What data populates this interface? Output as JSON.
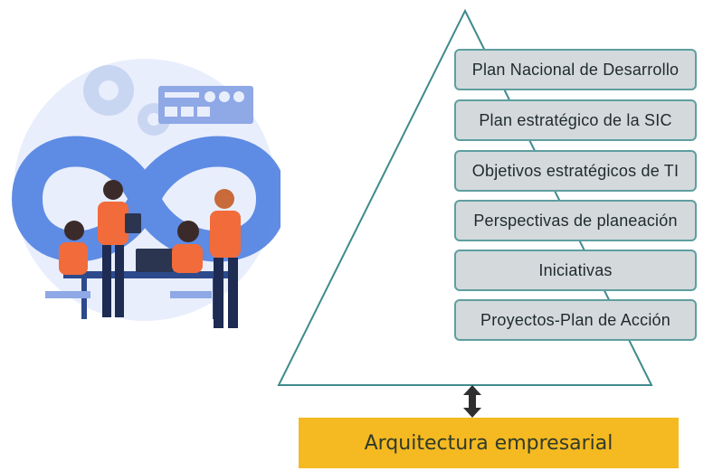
{
  "pyramid": {
    "levels": [
      {
        "label": "Plan Nacional de Desarrollo"
      },
      {
        "label": "Plan estratégico de la SIC"
      },
      {
        "label": "Objetivos estratégicos de TI"
      },
      {
        "label": "Perspectivas de planeación"
      },
      {
        "label": "Iniciativas"
      },
      {
        "label": "Proyectos-Plan de Acción"
      }
    ]
  },
  "base": {
    "label": "Arquitectura empresarial"
  },
  "colors": {
    "level_border": "#5f9ea0",
    "level_fill": "#d4dadc",
    "base_fill": "#f5b921",
    "pyramid_stroke": "#3f8a8c",
    "accent_orange": "#f26b3a",
    "infinity_blue": "#4f7fe0"
  }
}
